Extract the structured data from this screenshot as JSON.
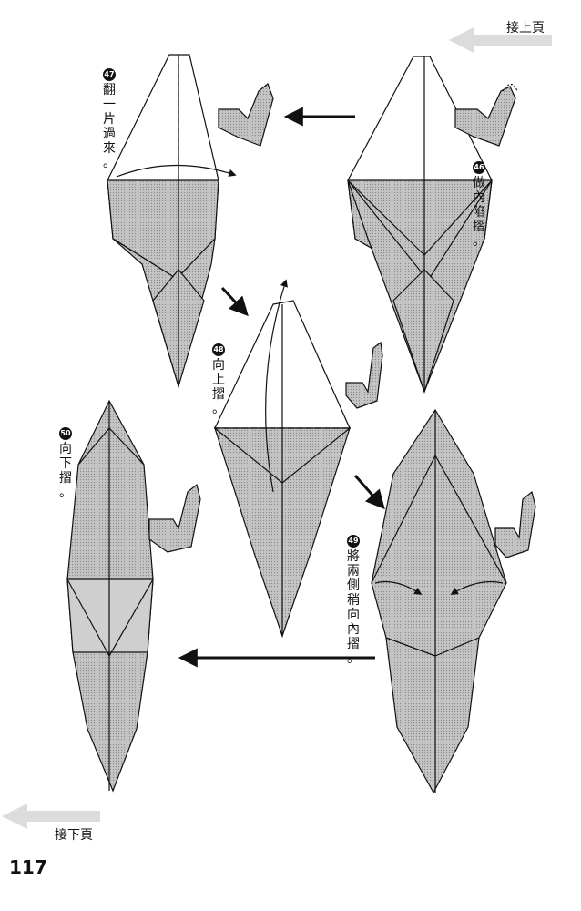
{
  "navigation": {
    "next_from": "接上頁",
    "continue_to": "接下頁"
  },
  "page_number": "117",
  "steps": [
    {
      "number": "46",
      "text": [
        "做",
        "內",
        "陷",
        "摺",
        "。"
      ]
    },
    {
      "number": "47",
      "text": [
        "翻",
        "一",
        "片",
        "過",
        "來",
        "。"
      ]
    },
    {
      "number": "48",
      "text": [
        "向",
        "上",
        "摺",
        "。"
      ]
    },
    {
      "number": "49",
      "text": [
        "將",
        "兩",
        "側",
        "稍",
        "向",
        "內",
        "摺",
        "。"
      ]
    },
    {
      "number": "50",
      "text": [
        "向",
        "下",
        "摺",
        "。"
      ]
    }
  ],
  "colors": {
    "paper_shade": "#b9b9b9",
    "line": "#111111",
    "nav_arrow": "#d8d8d8"
  }
}
